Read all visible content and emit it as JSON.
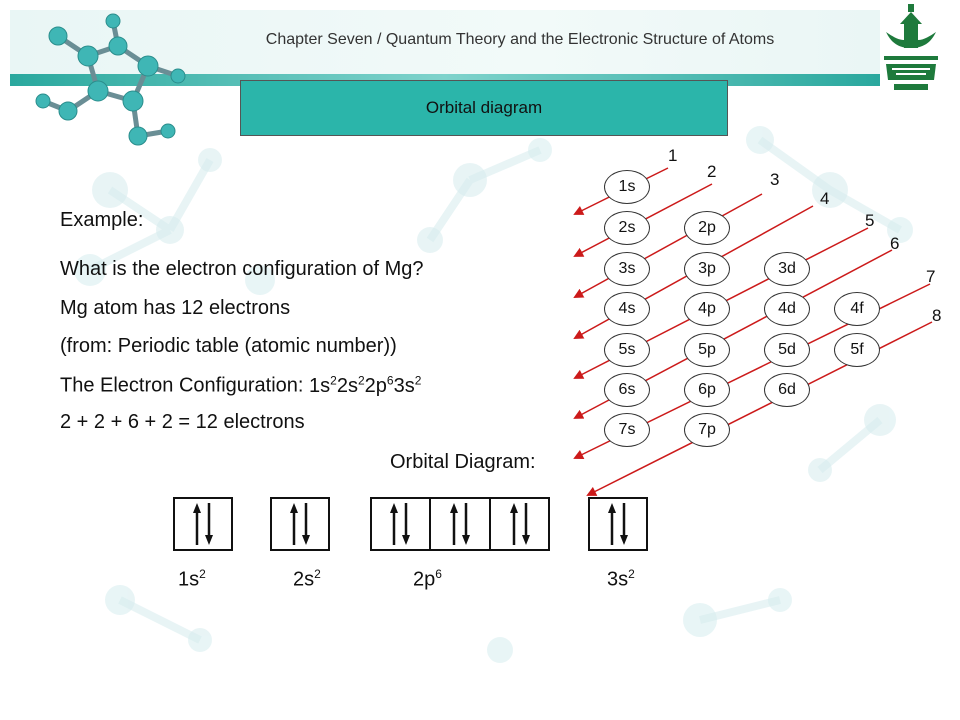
{
  "header": {
    "chapter_title": "Chapter Seven / Quantum Theory and the Electronic Structure of Atoms"
  },
  "slide": {
    "title": "Orbital diagram",
    "example_label": "Example:",
    "question": "What is the electron configuration of Mg?",
    "electrons_line": "Mg atom has 12 electrons",
    "source_line": "(from: Periodic table (atomic number))",
    "config_prefix": "The Electron Configuration: ",
    "config_terms": [
      {
        "base": "1s",
        "sup": "2"
      },
      {
        "base": "2s",
        "sup": "2"
      },
      {
        "base": "2p",
        "sup": "6"
      },
      {
        "base": "3s",
        "sup": "2"
      }
    ],
    "sum_line": "2 + 2 + 6 + 2 = 12 electrons",
    "orbital_diagram_label": "Orbital Diagram:"
  },
  "filling_chart": {
    "rows": [
      [
        "1s"
      ],
      [
        "2s",
        "2p"
      ],
      [
        "3s",
        "3p",
        "3d"
      ],
      [
        "4s",
        "4p",
        "4d",
        "4f"
      ],
      [
        "5s",
        "5p",
        "5d",
        "5f"
      ],
      [
        "6s",
        "6p",
        "6d"
      ],
      [
        "7s",
        "7p"
      ]
    ],
    "diagonal_numbers": [
      "1",
      "2",
      "3",
      "4",
      "5",
      "6",
      "7",
      "8"
    ],
    "arrow_color": "#cc1a1a"
  },
  "orbital_boxes": [
    {
      "label_base": "1s",
      "label_sup": "2",
      "boxes": [
        [
          "up",
          "down"
        ]
      ]
    },
    {
      "label_base": "2s",
      "label_sup": "2",
      "boxes": [
        [
          "up",
          "down"
        ]
      ]
    },
    {
      "label_base": "2p",
      "label_sup": "6",
      "boxes": [
        [
          "up",
          "down"
        ],
        [
          "up",
          "down"
        ],
        [
          "up",
          "down"
        ]
      ]
    },
    {
      "label_base": "3s",
      "label_sup": "2",
      "boxes": [
        [
          "up",
          "down"
        ]
      ]
    }
  ],
  "colors": {
    "title_box": "#2bb5aa",
    "header_strip": "#2aa89e",
    "logo_green": "#1e7a3c"
  }
}
